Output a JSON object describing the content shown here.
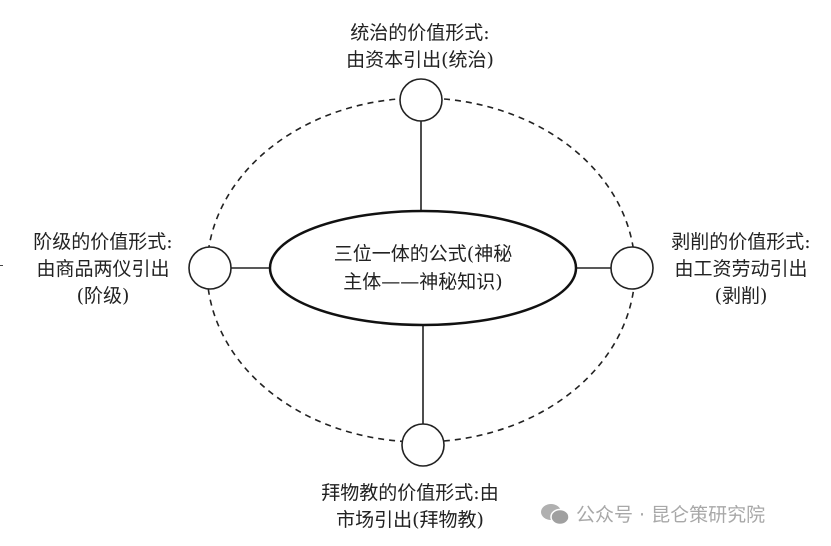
{
  "center": {
    "line1": "三位一体的公式(神秘",
    "line2": "主体——神秘知识)"
  },
  "top": {
    "line1": "统治的价值形式:",
    "line2": "由资本引出(统治)"
  },
  "left": {
    "line1": "阶级的价值形式:",
    "line2": "由商品两仪引出",
    "line3": "(阶级)"
  },
  "right": {
    "line1": "剥削的价值形式:",
    "line2": "由工资劳动引出",
    "line3": "(剥削)"
  },
  "bottom": {
    "line1": "拜物教的价值形式:由",
    "line2": "市场引出(拜物教)"
  },
  "watermark": {
    "text": "公众号 · 昆仑策研究院",
    "icon": "wechat-icon"
  }
}
